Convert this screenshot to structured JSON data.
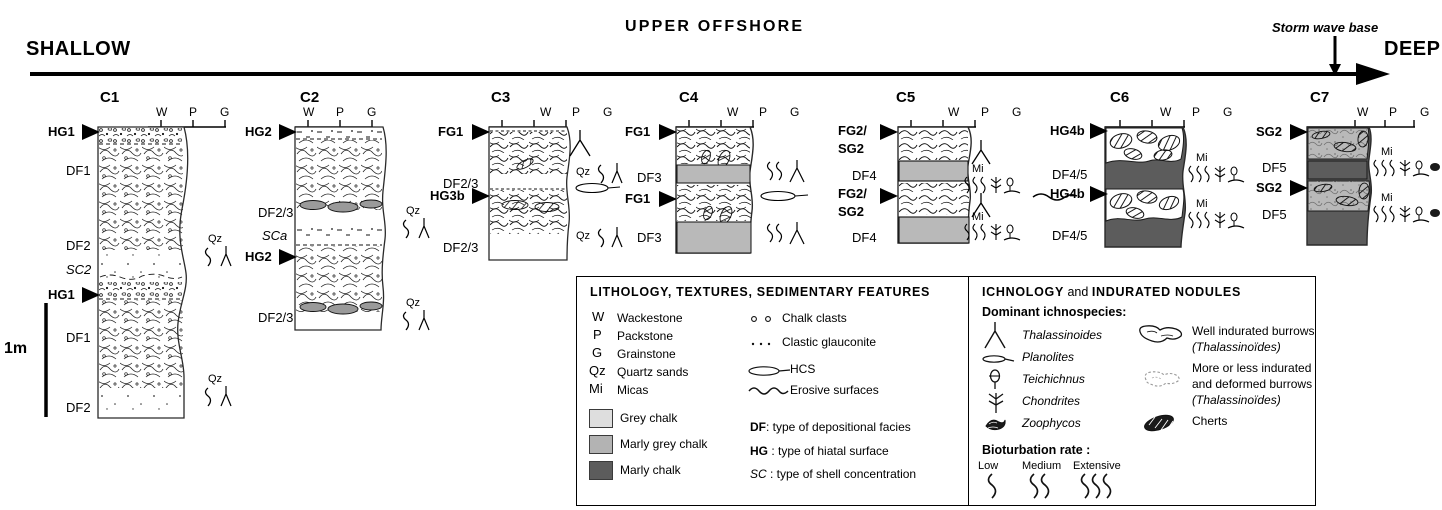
{
  "header": {
    "shallow": "SHALLOW",
    "deep": "DEEP",
    "zone": "UPPER OFFSHORE",
    "storm_wave_base": "Storm wave base",
    "arrow_icon": "right-arrow-icon",
    "down_arrow_icon": "down-arrow-icon"
  },
  "scale_bar": {
    "label": "1m"
  },
  "texture_scale": {
    "letters": [
      "W",
      "P",
      "G"
    ]
  },
  "logs": [
    {
      "id": "C1",
      "title": "C1",
      "left_labels": [
        {
          "text": "HG1",
          "kind": "hiatal",
          "marker": true
        },
        {
          "text": "DF1",
          "kind": "facies",
          "marker": false
        },
        {
          "text": "DF2",
          "kind": "facies",
          "marker": false
        },
        {
          "text": "SC2",
          "kind": "shell",
          "marker": false
        },
        {
          "text": "HG1",
          "kind": "hiatal",
          "marker": true
        },
        {
          "text": "DF1",
          "kind": "facies",
          "marker": false
        },
        {
          "text": "DF2",
          "kind": "facies",
          "marker": false
        }
      ],
      "right_annotations": [
        {
          "text": "Qz",
          "icons": [
            "bioturb-low",
            "thalassinoides"
          ]
        },
        {
          "text": "Qz",
          "icons": [
            "bioturb-low",
            "thalassinoides"
          ]
        }
      ]
    },
    {
      "id": "C2",
      "title": "C2",
      "left_labels": [
        {
          "text": "HG2",
          "kind": "hiatal",
          "marker": true
        },
        {
          "text": "DF2/3",
          "kind": "facies",
          "marker": false
        },
        {
          "text": "SCa",
          "kind": "shell",
          "marker": false
        },
        {
          "text": "HG2",
          "kind": "hiatal",
          "marker": true
        },
        {
          "text": "DF2/3",
          "kind": "facies",
          "marker": false
        }
      ],
      "right_annotations": [
        {
          "text": "Qz",
          "icons": [
            "bioturb-low",
            "thalassinoides"
          ]
        },
        {
          "text": "Qz",
          "icons": [
            "bioturb-low",
            "thalassinoides"
          ]
        }
      ]
    },
    {
      "id": "C3",
      "title": "C3",
      "left_labels": [
        {
          "text": "FG1",
          "kind": "hiatal",
          "marker": true
        },
        {
          "text": "DF2/3",
          "kind": "facies",
          "marker": false
        },
        {
          "text": "HG3b",
          "kind": "hiatal",
          "marker": true
        },
        {
          "text": "DF2/3",
          "kind": "facies",
          "marker": false
        }
      ],
      "right_annotations": [
        {
          "text": "",
          "icons": [
            "thalassinoides"
          ]
        },
        {
          "text": "Qz",
          "icons": [
            "bioturb-low",
            "thalassinoides"
          ]
        },
        {
          "text": "",
          "icons": [
            "hcs"
          ]
        },
        {
          "text": "Qz",
          "icons": [
            "bioturb-low",
            "thalassinoides"
          ]
        }
      ]
    },
    {
      "id": "C4",
      "title": "C4",
      "left_labels": [
        {
          "text": "FG1",
          "kind": "hiatal",
          "marker": true
        },
        {
          "text": "DF3",
          "kind": "facies",
          "marker": false
        },
        {
          "text": "FG1",
          "kind": "hiatal",
          "marker": true
        },
        {
          "text": "DF3",
          "kind": "facies",
          "marker": false
        }
      ],
      "right_annotations": [
        {
          "text": "",
          "icons": [
            "bioturb-medium",
            "thalassinoides"
          ]
        },
        {
          "text": "",
          "icons": [
            "hcs"
          ]
        },
        {
          "text": "",
          "icons": [
            "bioturb-medium",
            "thalassinoides"
          ]
        }
      ]
    },
    {
      "id": "C5",
      "title": "C5",
      "left_labels": [
        {
          "text": "FG2/",
          "kind": "hiatal",
          "marker": true
        },
        {
          "text": "SG2",
          "kind": "hiatal",
          "marker": false
        },
        {
          "text": "DF4",
          "kind": "facies",
          "marker": false
        },
        {
          "text": "FG2/",
          "kind": "hiatal",
          "marker": true
        },
        {
          "text": "SG2",
          "kind": "hiatal",
          "marker": false
        },
        {
          "text": "DF4",
          "kind": "facies",
          "marker": false
        }
      ],
      "right_annotations": [
        {
          "text": "",
          "icons": [
            "thalassinoides"
          ]
        },
        {
          "text": "Mi",
          "icons": [
            "bioturb-extensive",
            "chondrites",
            "teichichnus",
            "planolites"
          ]
        },
        {
          "text": "",
          "icons": [
            "thalassinoides"
          ]
        },
        {
          "text": "Mi",
          "icons": [
            "bioturb-extensive",
            "chondrites",
            "teichichnus",
            "planolites"
          ]
        }
      ]
    },
    {
      "id": "C6",
      "title": "C6",
      "left_labels": [
        {
          "text": "HG4b",
          "kind": "hiatal",
          "marker": true
        },
        {
          "text": "DF4/5",
          "kind": "facies",
          "marker": false
        },
        {
          "text": "HG4b",
          "kind": "hiatal",
          "marker": true
        },
        {
          "text": "DF4/5",
          "kind": "facies",
          "marker": false
        }
      ],
      "right_annotations": [
        {
          "text": "Mi",
          "icons": [
            "bioturb-extensive",
            "chondrites",
            "teichichnus",
            "planolites"
          ]
        },
        {
          "text": "Mi",
          "icons": [
            "bioturb-extensive",
            "chondrites",
            "teichichnus",
            "planolites"
          ]
        }
      ]
    },
    {
      "id": "C7",
      "title": "C7",
      "left_labels": [
        {
          "text": "SG2",
          "kind": "hiatal",
          "marker": true
        },
        {
          "text": "DF5",
          "kind": "facies",
          "marker": false
        },
        {
          "text": "SG2",
          "kind": "hiatal",
          "marker": true
        },
        {
          "text": "DF5",
          "kind": "facies",
          "marker": false
        }
      ],
      "right_annotations": [
        {
          "text": "Mi",
          "icons": [
            "bioturb-extensive",
            "chondrites",
            "teichichnus",
            "planolites",
            "cherts"
          ]
        },
        {
          "text": "Mi",
          "icons": [
            "bioturb-extensive",
            "chondrites",
            "teichichnus",
            "planolites",
            "cherts"
          ]
        }
      ]
    }
  ],
  "legend_left": {
    "title": "LITHOLOGY, TEXTURES, SEDIMENTARY FEATURES",
    "abbreviations": [
      {
        "code": "W",
        "label": "Wackestone"
      },
      {
        "code": "P",
        "label": "Packstone"
      },
      {
        "code": "G",
        "label": "Grainstone"
      },
      {
        "code": "Qz",
        "label": "Quartz sands"
      },
      {
        "code": "Mi",
        "label": "Micas"
      }
    ],
    "lithologies": [
      {
        "label": "Grey chalk",
        "color": "#dedede"
      },
      {
        "label": "Marly grey chalk",
        "color": "#b3b3b3"
      },
      {
        "label": "Marly chalk",
        "color": "#5c5c5c"
      }
    ],
    "features": [
      {
        "icon": "chalk-clasts-icon",
        "label": "Chalk clasts"
      },
      {
        "icon": "clastic-glauconite-icon",
        "label": "Clastic glauconite"
      },
      {
        "icon": "hcs-icon",
        "label": "HCS"
      },
      {
        "icon": "erosive-surface-icon",
        "label": "Erosive surfaces"
      }
    ],
    "codes": [
      {
        "prefix": "DF",
        "text": ": type of depositional facies"
      },
      {
        "prefix": "HG",
        "text": " : type of hiatal surface"
      },
      {
        "prefix": "SC",
        "text": " : type of shell concentration"
      }
    ]
  },
  "legend_right": {
    "title_a": "ICHNOLOGY",
    "title_and": " and ",
    "title_b": "INDURATED NODULES",
    "subtitle": "Dominant ichnospecies:",
    "ichnospecies": [
      {
        "icon": "thalassinoides-icon",
        "label": "Thalassinoides"
      },
      {
        "icon": "planolites-icon",
        "label": "Planolites"
      },
      {
        "icon": "teichichnus-icon",
        "label": "Teichichnus"
      },
      {
        "icon": "chondrites-icon",
        "label": "Chondrites"
      },
      {
        "icon": "zoophycos-icon",
        "label": "Zoophycos"
      }
    ],
    "nodules": [
      {
        "icon": "well-indurated-burrow-icon",
        "lines": [
          "Well indurated burrows",
          "(Thalassinoïdes)"
        ]
      },
      {
        "icon": "deformed-burrow-icon",
        "lines": [
          "More or less indurated",
          "and deformed burrows",
          "(Thalassinoïdes)"
        ]
      },
      {
        "icon": "cherts-icon",
        "lines": [
          "Cherts"
        ]
      }
    ],
    "bioturbation": {
      "title": "Bioturbation rate :",
      "levels": [
        {
          "label": "Low",
          "icon": "bioturb-low-icon"
        },
        {
          "label": "Medium",
          "icon": "bioturb-medium-icon"
        },
        {
          "label": "Extensive",
          "icon": "bioturb-extensive-icon"
        }
      ]
    }
  }
}
